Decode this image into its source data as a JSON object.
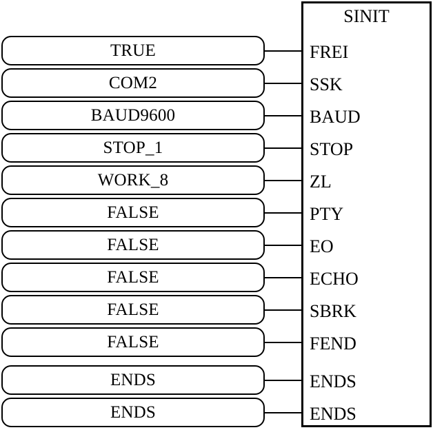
{
  "diagram": {
    "type": "function-block-diagram",
    "block": {
      "name": "SINIT",
      "border_color": "#000000",
      "fill_color": "#ffffff"
    },
    "text_color": "#000000",
    "background": "#ffffff",
    "rows": [
      {
        "value": "TRUE",
        "pin": "FREI"
      },
      {
        "value": "COM2",
        "pin": "SSK"
      },
      {
        "value": "BAUD9600",
        "pin": "BAUD"
      },
      {
        "value": "STOP_1",
        "pin": "STOP"
      },
      {
        "value": "WORK_8",
        "pin": "ZL"
      },
      {
        "value": "FALSE",
        "pin": "PTY"
      },
      {
        "value": "FALSE",
        "pin": "EO"
      },
      {
        "value": "FALSE",
        "pin": "ECHO"
      },
      {
        "value": "FALSE",
        "pin": "SBRK"
      },
      {
        "value": "FALSE",
        "pin": "FEND"
      },
      {
        "value": "ENDS",
        "pin": "ENDS"
      },
      {
        "value": "ENDS",
        "pin": "ENDS"
      }
    ]
  }
}
